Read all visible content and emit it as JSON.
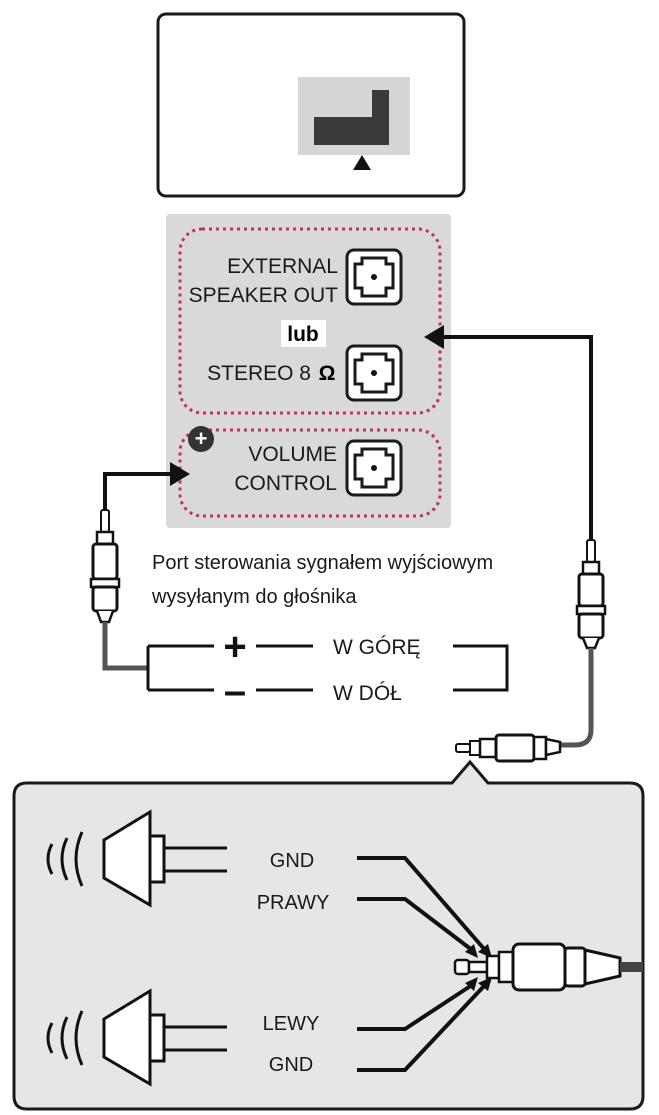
{
  "panel": {
    "external_label_line1": "EXTERNAL",
    "external_label_line2": "SPEAKER OUT",
    "or_label": "lub",
    "stereo_label": "STEREO 8",
    "ohm_symbol": "Ω",
    "volume_label_line1": "VOLUME",
    "volume_label_line2": "CONTROL",
    "plus_marker": "+"
  },
  "volume_control": {
    "caption_line1": "Port sterowania sygnałem wyjściowym",
    "caption_line2": "wysyłanym do głośnika",
    "up_sign": "+",
    "up_label": "W GÓRĘ",
    "down_sign": "–",
    "down_label": "W DÓŁ"
  },
  "wiring": {
    "gnd_top": "GND",
    "right": "PRAWY",
    "left": "LEWY",
    "gnd_bottom": "GND"
  },
  "colors": {
    "panel_gray": "#d9d9d9",
    "callout_gray": "#e6e6e6",
    "dotted_border": "#c0306a",
    "line": "#1a1a1a"
  }
}
